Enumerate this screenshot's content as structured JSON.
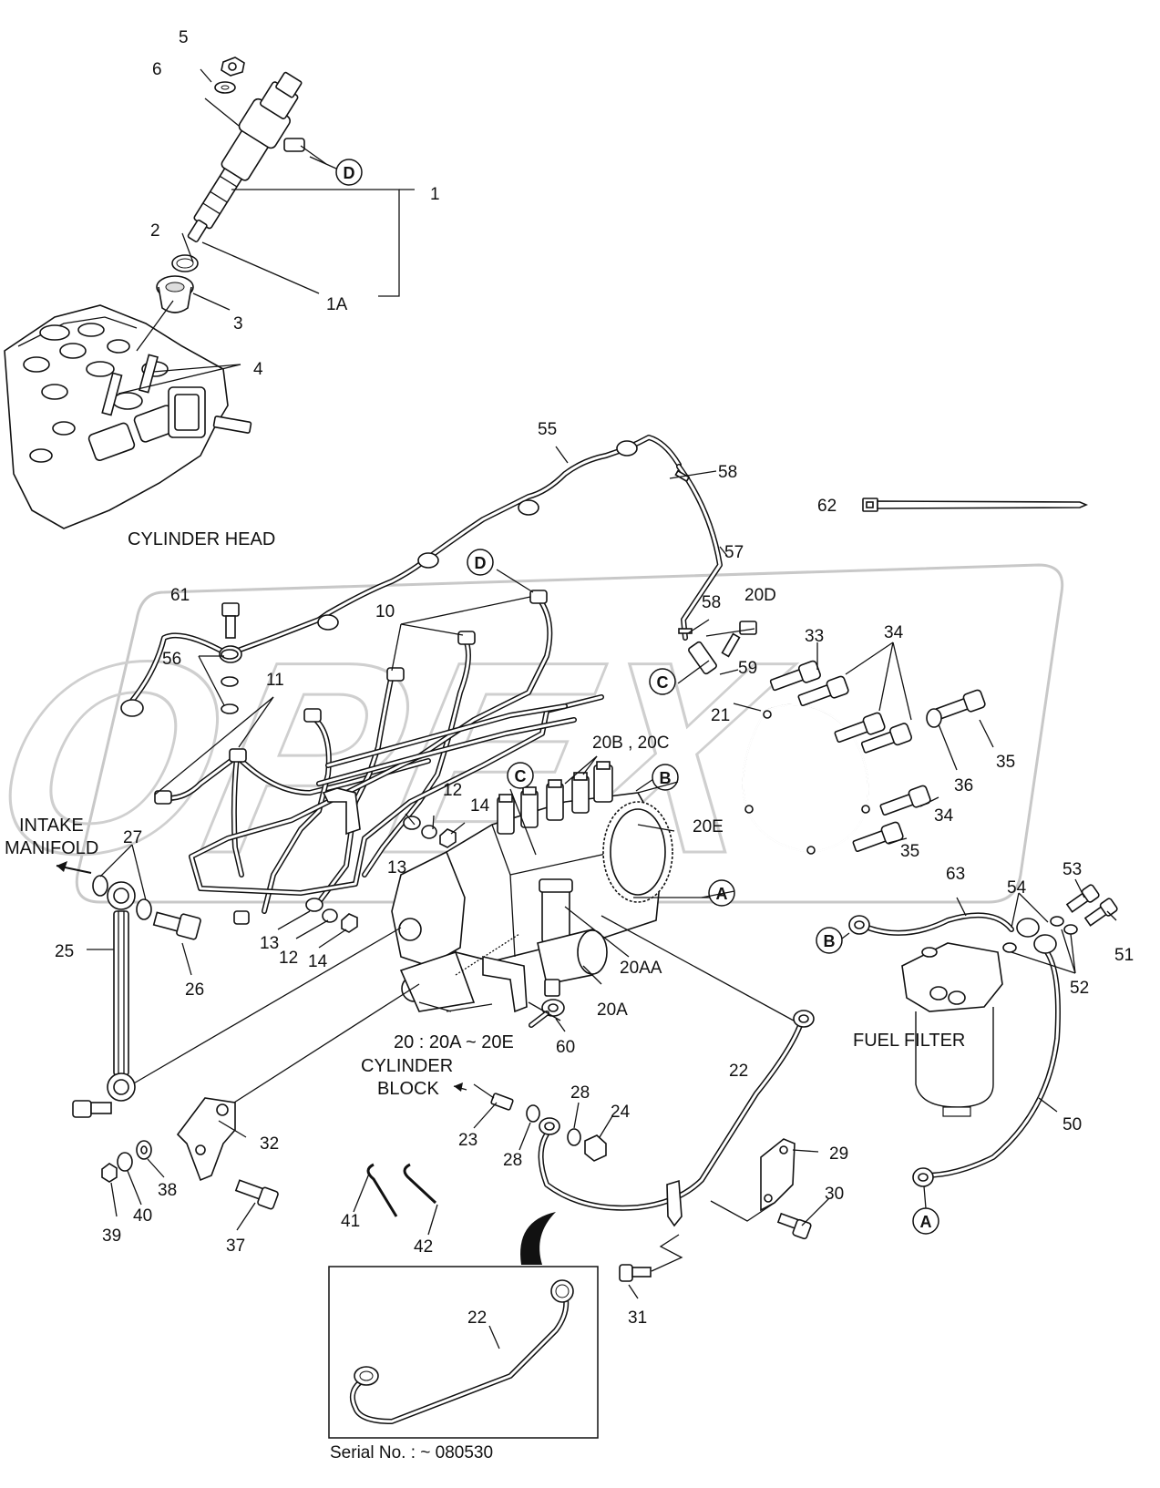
{
  "corner_mark": "",
  "captions": {
    "cylinder_head": "CYLINDER HEAD",
    "intake_manifold_line1": "INTAKE",
    "intake_manifold_line2": "MANIFOLD",
    "cylinder_block_line1": "CYLINDER",
    "cylinder_block_line2": "BLOCK",
    "fuel_filter": "FUEL FILTER",
    "injection_pump": "20 : 20A ~ 20E",
    "serial_note": "Serial No. : ~ 080530"
  },
  "watermark": "OPEX",
  "connectors": {
    "A": "A",
    "B": "B",
    "C": "C",
    "D": "D"
  },
  "part_numbers": {
    "p1": "1",
    "p1A": "1A",
    "p2": "2",
    "p3": "3",
    "p4": "4",
    "p5": "5",
    "p6": "6",
    "p10": "10",
    "p11": "11",
    "p12a": "12",
    "p12b": "12",
    "p13a": "13",
    "p13b": "13",
    "p14a": "14",
    "p14b": "14",
    "p20AA": "20AA",
    "p20A": "20A",
    "p20BC": "20B , 20C",
    "p20D": "20D",
    "p20E": "20E",
    "p21": "21",
    "p22a": "22",
    "p22b": "22",
    "p23": "23",
    "p24": "24",
    "p25": "25",
    "p26": "26",
    "p27": "27",
    "p28a": "28",
    "p28b": "28",
    "p29": "29",
    "p30": "30",
    "p31": "31",
    "p32": "32",
    "p33": "33",
    "p34a": "34",
    "p34b": "34",
    "p35a": "35",
    "p35b": "35",
    "p36": "36",
    "p37": "37",
    "p38": "38",
    "p39": "39",
    "p40": "40",
    "p41": "41",
    "p42": "42",
    "p50": "50",
    "p51": "51",
    "p52": "52",
    "p53": "53",
    "p54": "54",
    "p55": "55",
    "p56": "56",
    "p57": "57",
    "p58a": "58",
    "p58b": "58",
    "p59": "59",
    "p60": "60",
    "p61": "61",
    "p62": "62",
    "p63": "63"
  }
}
